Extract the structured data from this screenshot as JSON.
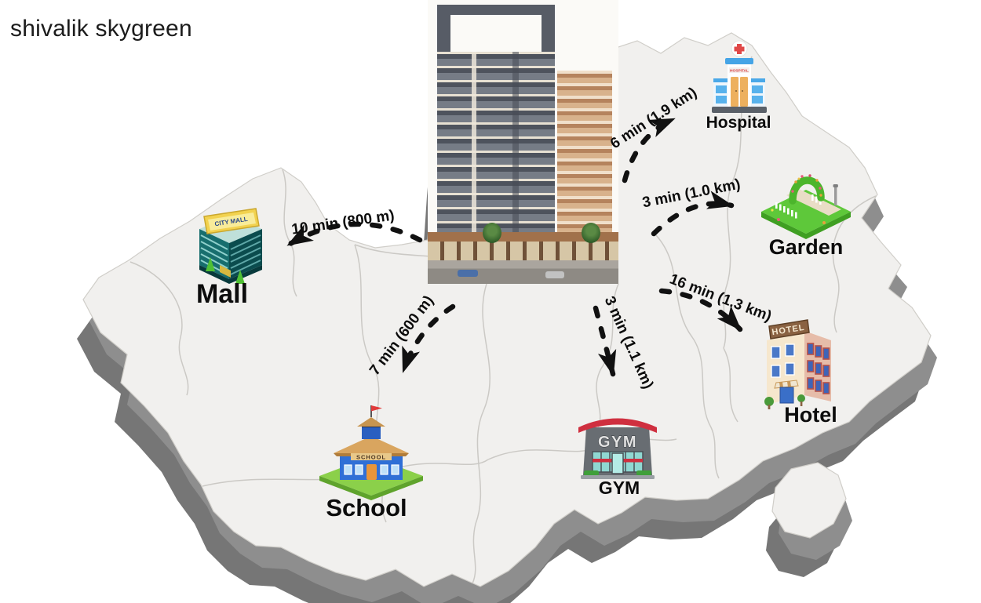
{
  "title": "shivalik skygreen",
  "locations": [
    {
      "id": "mall",
      "label": "Mall",
      "travel_time": "10 min (800 m)",
      "icon_sign": "CITY MALL"
    },
    {
      "id": "hospital",
      "label": "Hospital",
      "travel_time": "6 min (1.9 km)",
      "icon_sign": "HOSPITAL"
    },
    {
      "id": "garden",
      "label": "Garden",
      "travel_time": "3 min (1.0 km)",
      "icon_sign": ""
    },
    {
      "id": "hotel",
      "label": "Hotel",
      "travel_time": "16 min (1.3 km)",
      "icon_sign": "HOTEL"
    },
    {
      "id": "gym",
      "label": "GYM",
      "travel_time": "3 min (1.1 km)",
      "icon_sign": "GYM"
    },
    {
      "id": "school",
      "label": "School",
      "travel_time": "7 min (600 m)",
      "icon_sign": "SCHOOL"
    }
  ],
  "colors": {
    "map_fill": "#f1f0ee",
    "map_outline": "#d0cec9",
    "map_inner_boundary": "#cbc9c5",
    "map_shadow_mid": "#8e8e8e",
    "map_shadow_dark": "#767676",
    "arrow": "#111111",
    "label_text": "#0c0c0c"
  }
}
